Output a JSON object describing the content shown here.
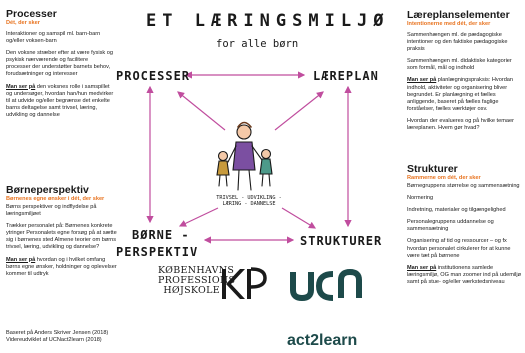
{
  "title": "ET LÆRINGSMILJØ",
  "subtitle": "for alle børn",
  "nodes": {
    "processer": "PROCESSER",
    "laereplan": "LÆREPLAN",
    "borne_line1": "BØRNE -",
    "borne_line2": "PERSPEKTIV",
    "strukturer": "STRUKTURER"
  },
  "center_caption": "TRIVSEL - UDVIKLING - LÆRING - DANNELSE",
  "processer": {
    "heading": "Processer",
    "sub": "Dét, der sker",
    "p1": "Interaktioner og samspil ml. barn-barn og/eller voksen-barn",
    "p2": "Den voksne stræber efter at være fysisk og psykisk nærværende og facilitere processer der understøtter barnets behov, forudsætninger og interesser",
    "p3_lead": "Man ser på",
    "p3": " den voksnes rolle i samspillet og undersøger, hvordan han/hun medvirker til at udvide og/eller begrænse det enkelte barns deltagelse samt trivsel, læring, udvikling og dannelse"
  },
  "bornperspektiv": {
    "heading": "Børneperspektiv",
    "sub": "Børnenes egne ønsker i dét, der sker",
    "p1": "Børns perspektiver og indflydelse på læringsmiljøet",
    "p2": "Trækker personalet på: Børnenes konkrete ytringer Personalets egne forsøg på at sætte sig i børnenes sted Almene teorier om børns trivsel, læring, udvikling og dannelse?",
    "p3_lead": "Man ser på",
    "p3": " hvordan og i hvilket omfang børns egne ønsker, holdninger og oplevelser kommer til udtryk"
  },
  "laereplan": {
    "heading": "Læreplanselementer",
    "sub": "Intentionerne med dét, der sker",
    "p1": "Sammenhængen ml. de pædagogiske intentioner og den faktiske pædagogiske praksis",
    "p2": "Sammenhængen ml. didaktiske kategorier som formål, mål og indhold",
    "p3_lead": "Man ser på",
    "p3": " planlægningspraksis: Hvordan indhold, aktiviteter og organisering bliver begrundet. Er planlægning et fælles anliggende, baseret på fælles faglige forståelser, fælles værktøjer osv.",
    "p4": "Hvordan der evalueres og på hvilke temaer læreplanen. Hvem gør hvad?"
  },
  "strukturer": {
    "heading": "Strukturer",
    "sub": "Rammerne om dét, der sker",
    "p1": "Børnegruppens størrelse og sammensætning",
    "p2": "Normering",
    "p3": "Indretning, materialer og tilgængelighed",
    "p4": "Personalegruppens uddannelse og sammensætning",
    "p5": "Organisering af tid og ressourcer – og fx hvordan personalet cirkulerer for at kunne være tæt på børnene",
    "p6_lead": "Man ser på",
    "p6": " institutionens samlede læringsmiljø, OG man zoomer ind på udemiljø samt på stue- og/eller værkstedsniveau"
  },
  "logos": {
    "kp_name": "KØBENHAVNS PROFESSIONS HØJSKOLE",
    "kp_mark": "KP",
    "ucn": "UCN",
    "act": "act2learn"
  },
  "credits": {
    "line1": "Baseret på Anders Skriver Jensen (2018)",
    "line2": "Videreudviklet af UCNact2learn (2018)"
  },
  "colors": {
    "accent_orange": "#e8731f",
    "arrow_pink": "#c04d9e",
    "ucn_teal": "#1d4a4a"
  }
}
